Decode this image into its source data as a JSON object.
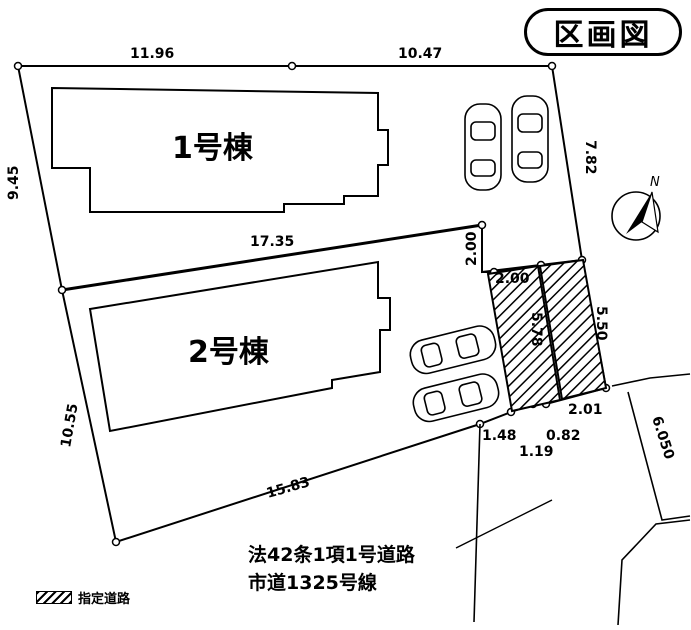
{
  "title": "区画図",
  "buildings": {
    "b1": "1号棟",
    "b2": "2号棟"
  },
  "dimensions": {
    "top_left": "11.96",
    "top_right": "10.47",
    "left_upper": "9.45",
    "right_upper": "7.82",
    "middle": "17.35",
    "right_small": "2.00",
    "drive_width": "2.00",
    "drive_length": "5.78",
    "right_lower": "5.50",
    "bottom_a": "1.48",
    "bottom_b": "1.19",
    "bottom_c": "0.82",
    "bottom_d": "2.01",
    "left_lower": "10.55",
    "bottom": "15.83",
    "road_width": "6.050"
  },
  "road": {
    "line1": "法42条1項1号道路",
    "line2": "市道1325号線"
  },
  "legend": {
    "label": "指定道路"
  },
  "compass": {
    "north": "N"
  }
}
